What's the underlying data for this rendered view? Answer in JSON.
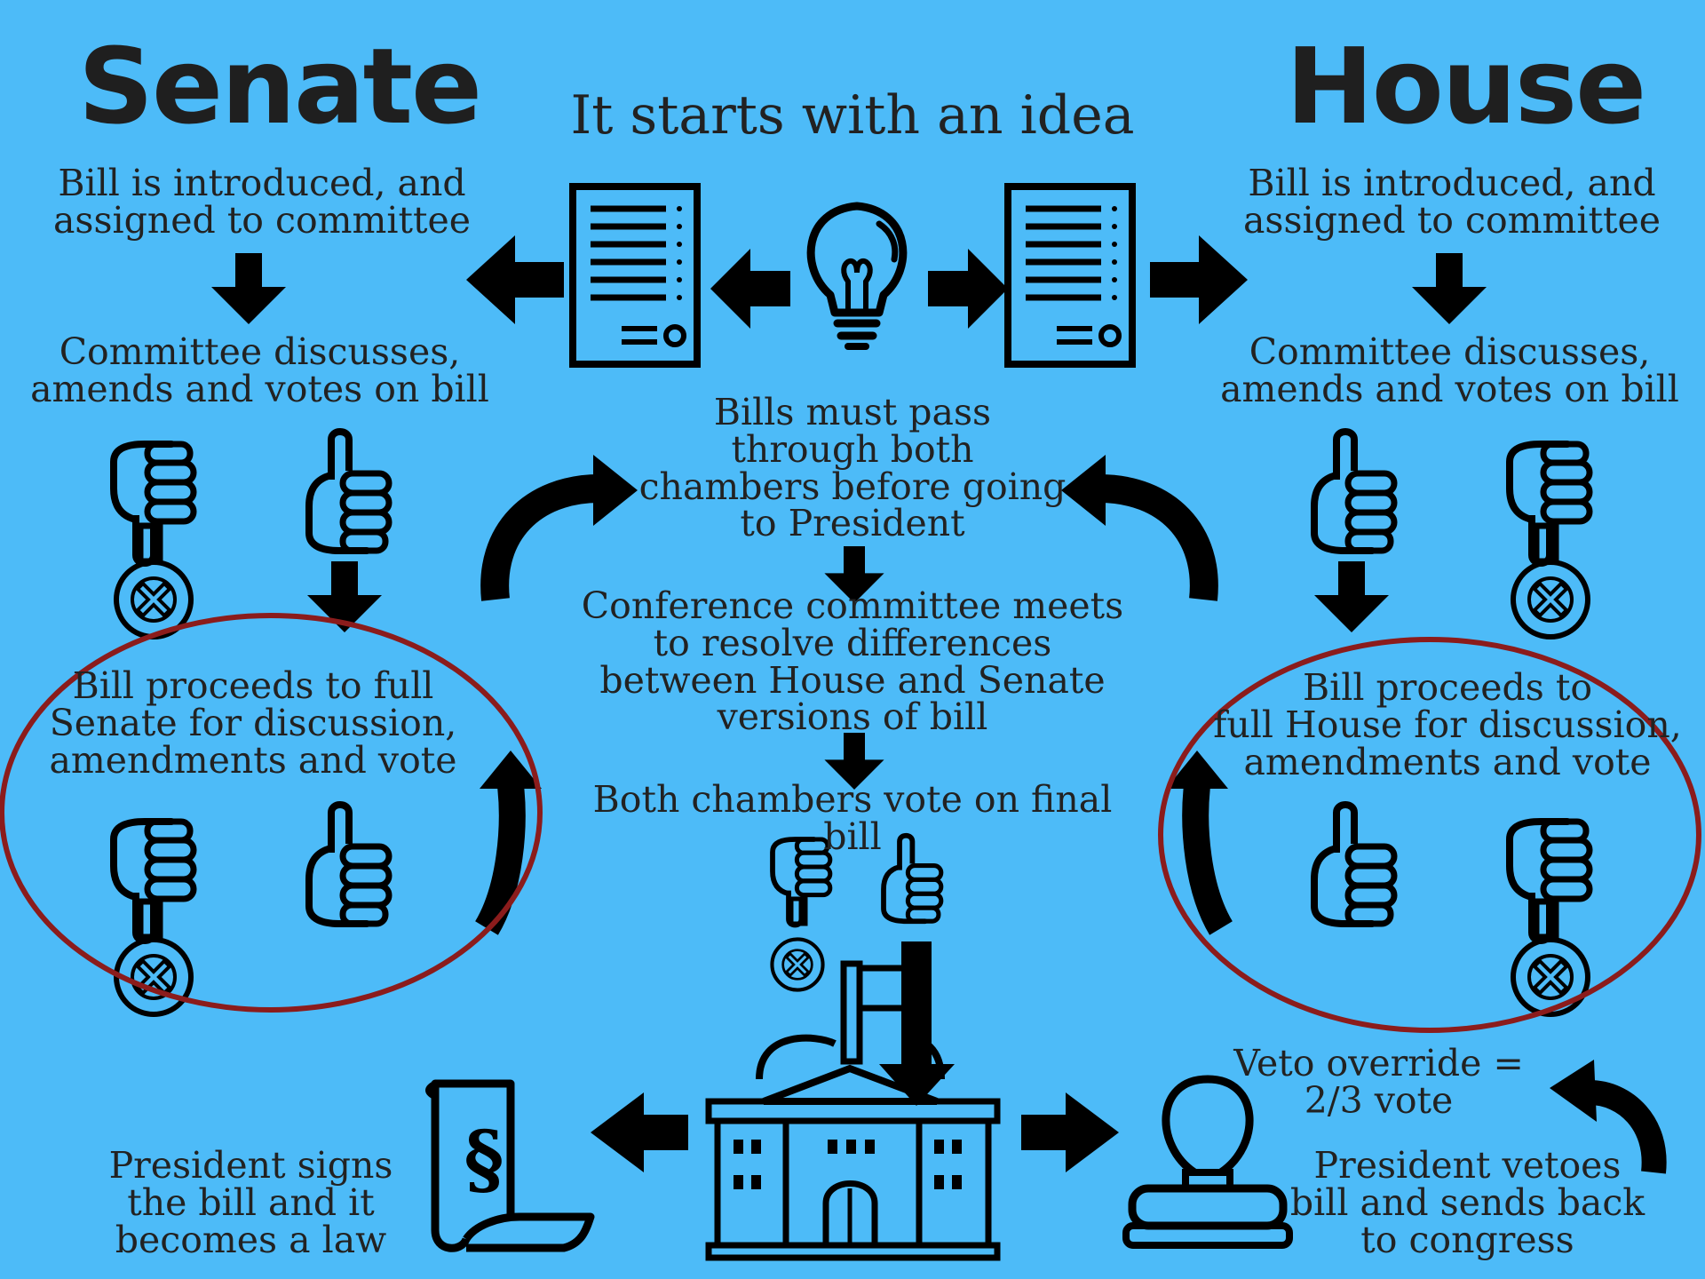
{
  "titles": {
    "senate": "Senate",
    "house": "House",
    "center": "It starts with an idea"
  },
  "senate": {
    "introduced": "Bill is introduced, and\nassigned to committee",
    "committee": "Committee discusses,\namends and votes on bill",
    "full": "Bill proceeds to full\nSenate for discussion,\namendments and vote"
  },
  "house": {
    "introduced": "Bill is introduced, and\nassigned to committee",
    "committee": "Committee discusses,\namends and votes on bill",
    "full": "Bill proceeds to\nfull House for discussion,\namendments and vote"
  },
  "center": {
    "both_chambers": "Bills must pass\nthrough both\nchambers before going\nto President",
    "conference": "Conference committee meets\nto resolve differences\nbetween House and Senate\nversions of bill",
    "final_vote": "Both chambers vote on final bill"
  },
  "president": {
    "signs": "President signs\nthe bill and it\nbecomes a law",
    "veto_override": "Veto override =\n2/3 vote",
    "vetoes": "President vetoes\nbill and sends back\nto congress"
  },
  "icons": [
    "document-icon",
    "lightbulb-icon",
    "thumbs-up-icon",
    "thumbs-down-icon",
    "reject-x-icon",
    "white-house-icon",
    "law-scroll-icon",
    "stamp-icon",
    "arrow-icon",
    "curved-arrow-icon"
  ],
  "colors": {
    "background": "#4dbbf8",
    "ink": "#000000",
    "text": "#222222",
    "highlight_circle": "#8b1c1c"
  }
}
